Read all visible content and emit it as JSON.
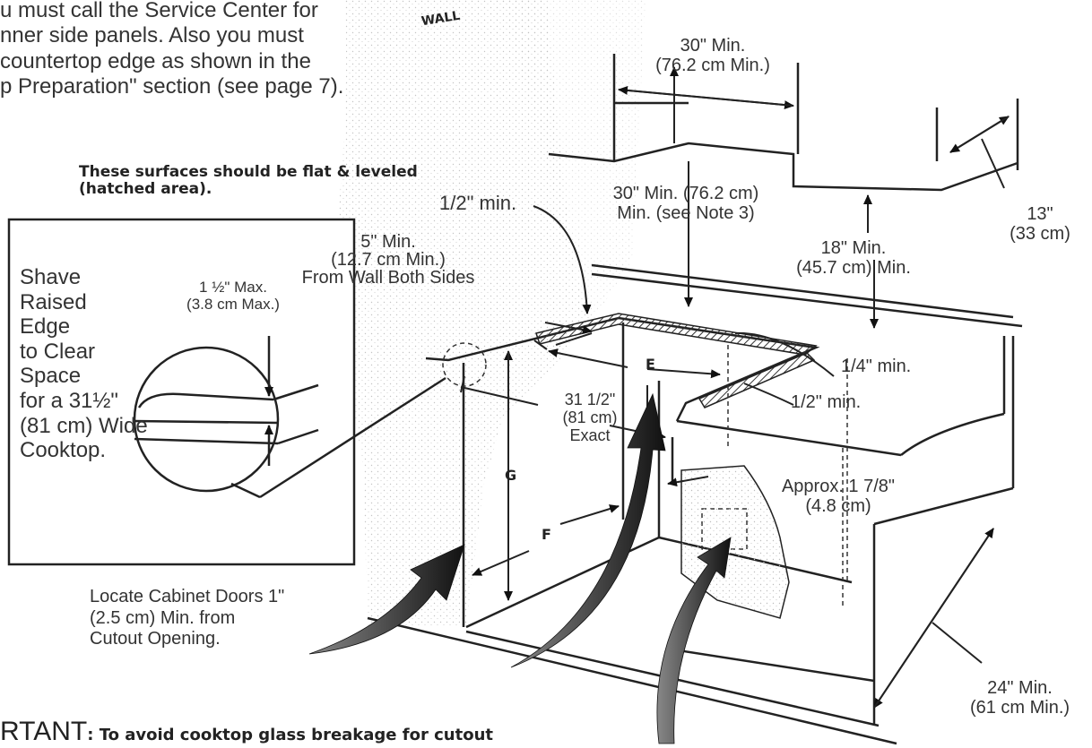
{
  "intro": {
    "line1": "u must call the Service Center for",
    "line2": "nner side panels. Also you must",
    "line3": "countertop edge as shown in the",
    "line4": "p Preparation\" section (see page 7)."
  },
  "wall_label": "WALL",
  "flat_note": {
    "line1": "These surfaces  should be flat & leveled",
    "line2": "(hatched area)."
  },
  "dims": {
    "top_width": {
      "line1": "30\" Min.",
      "line2": "(76.2 cm Min.)"
    },
    "height_above": {
      "line1": "30\" Min. (76.2 cm)",
      "line2": "Min. (see Note 3)"
    },
    "depth_upper": {
      "line1": "13\"",
      "line2": "(33 cm)"
    },
    "upper_clearance": {
      "line1": "18\" Min.",
      "line2": "(45.7 cm) Min."
    },
    "half_inch_top": "1/2\" min.",
    "from_wall": {
      "line1": "5\" Min.",
      "line2": "(12.7 cm Min.)",
      "line3": "From Wall Both Sides"
    },
    "quarter_inch": "1/4\" min.",
    "half_inch_right": "1/2\" min.",
    "cutout_width": {
      "line1": "31 1/2\"",
      "line2": "(81 cm)",
      "line3": "Exact"
    },
    "approx_depth": {
      "line1": "Approx. 1 7/8\"",
      "line2": "(4.8 cm)"
    },
    "counter_depth": {
      "line1": "24\" Min.",
      "line2": "(61 cm Min.)"
    }
  },
  "inset": {
    "max_edge": {
      "line1": "1 ½\" Max.",
      "line2": "(3.8 cm Max.)"
    },
    "text": [
      "Shave",
      "Raised",
      "Edge",
      "to Clear",
      "Space",
      "for a 31½\"",
      "(81 cm) Wide",
      "Cooktop."
    ]
  },
  "letters": {
    "e": "E",
    "f": "F",
    "g": "G"
  },
  "doors_note": {
    "line1": "Locate Cabinet Doors 1\"",
    "line2": "(2.5 cm) Min. from",
    "line3": "Cutout Opening."
  },
  "important": {
    "prefix": "RTANT",
    "text": ": To avoid cooktop glass breakage for cutout"
  }
}
